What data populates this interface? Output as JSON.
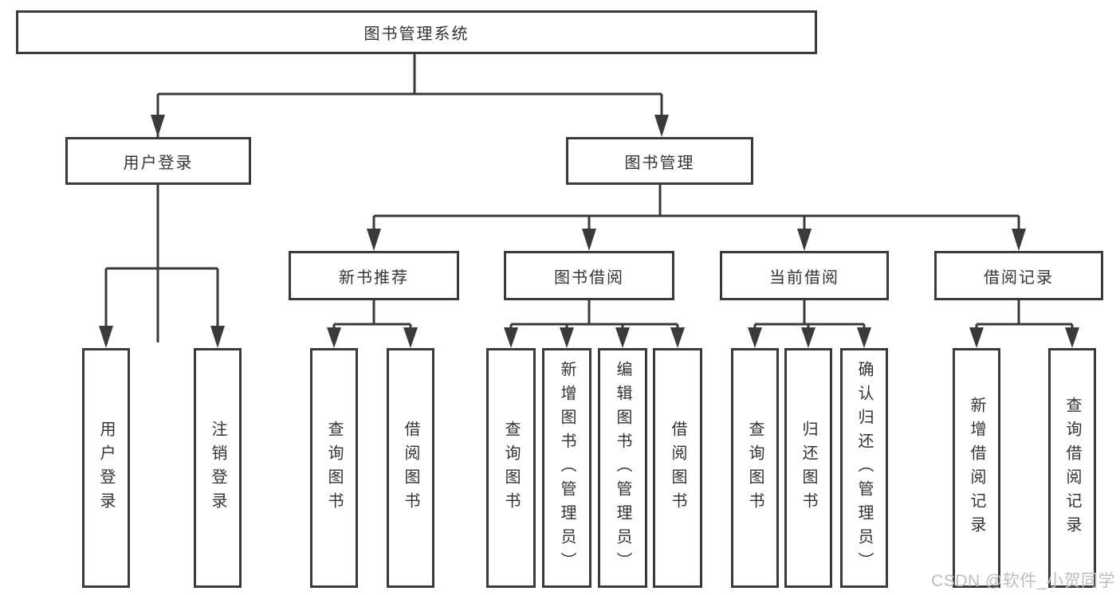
{
  "diagram": {
    "root": {
      "label": "图书管理系统"
    },
    "level2": {
      "user_login": {
        "label": "用户登录"
      },
      "book_mgmt": {
        "label": "图书管理"
      }
    },
    "level3": {
      "new_books": {
        "label": "新书推荐"
      },
      "borrow": {
        "label": "图书借阅"
      },
      "current": {
        "label": "当前借阅"
      },
      "records": {
        "label": "借阅记录"
      }
    },
    "leaves": {
      "user_login": [
        "用户登录",
        "注销登录"
      ],
      "new_books": [
        "查询图书",
        "借阅图书"
      ],
      "borrow": [
        "查询图书",
        "新增图书（管理员）",
        "编辑图书（管理员）",
        "借阅图书"
      ],
      "current": [
        "查询图书",
        "归还图书",
        "确认归还（管理员）"
      ],
      "records": [
        "新增借阅记录",
        "查询借阅记录"
      ]
    },
    "watermark": "CSDN @软件_小贺同学",
    "colors": {
      "line": "#3a3a3a",
      "text": "#333333",
      "watermark": "#bdbdbd",
      "background": "#ffffff"
    }
  }
}
